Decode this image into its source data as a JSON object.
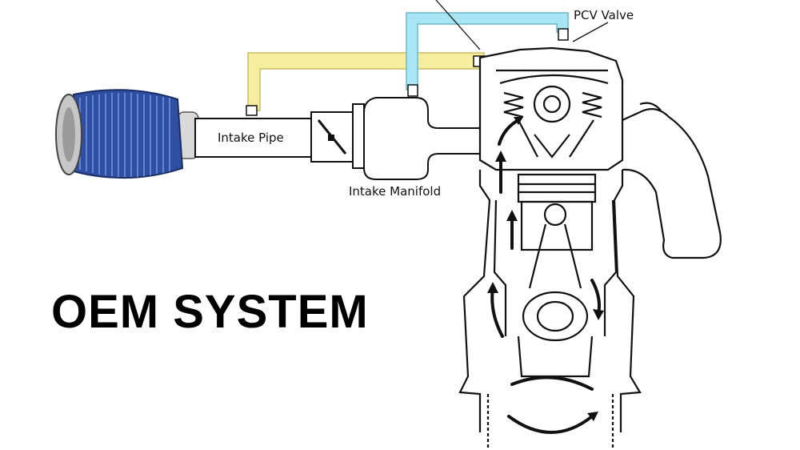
{
  "title": "OEM SYSTEM",
  "labels": {
    "intake_pipe": "Intake Pipe",
    "intake_manifold": "Intake Manifold",
    "pcv_valve": "PCV Valve"
  },
  "colors": {
    "filter_blue": "#2e4fa3",
    "fresh_air_hose": "#f6ee9e",
    "pcv_hose": "#a8e6f5",
    "outline": "#111111"
  },
  "icons": [
    "air-filter-icon",
    "throttle-body-icon",
    "engine-cutaway-icon",
    "airflow-arrow-icon"
  ]
}
